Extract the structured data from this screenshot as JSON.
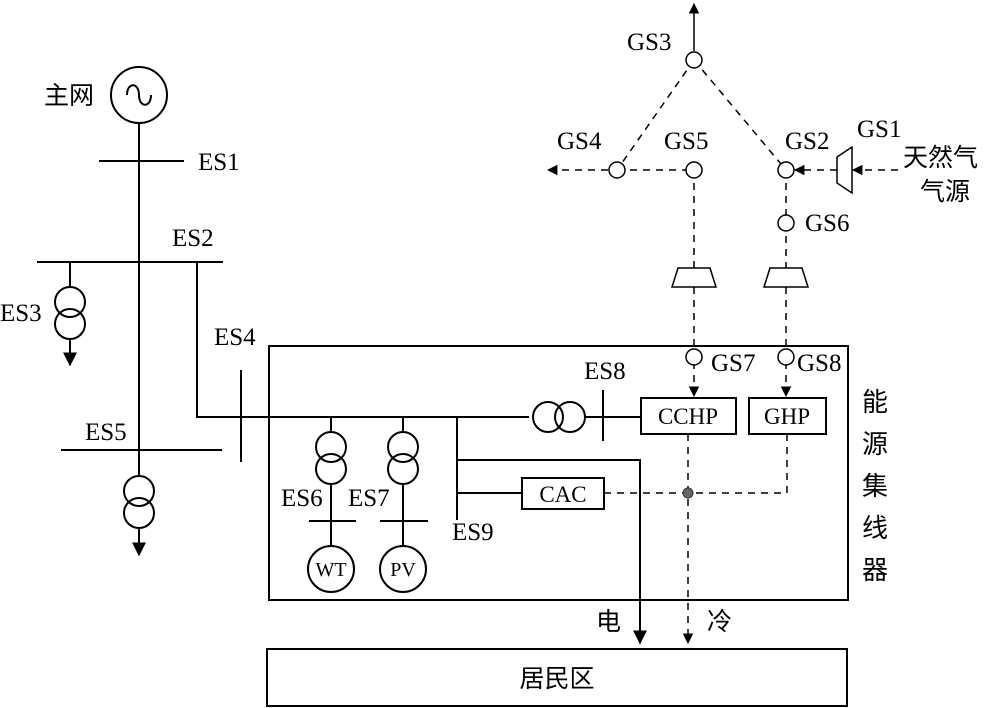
{
  "labels": {
    "main_grid": "主网",
    "es1": "ES1",
    "es2": "ES2",
    "es3": "ES3",
    "es4": "ES4",
    "es5": "ES5",
    "es6": "ES6",
    "es7": "ES7",
    "es8": "ES8",
    "es9": "ES9",
    "gs1": "GS1",
    "gs2": "GS2",
    "gs3": "GS3",
    "gs4": "GS4",
    "gs5": "GS5",
    "gs6": "GS6",
    "gs7": "GS7",
    "gs8": "GS8",
    "gas_source_line1": "天然气",
    "gas_source_line2": "气源",
    "energy_hub": [
      "能",
      "源",
      "集",
      "线",
      "器"
    ],
    "cchp": "CCHP",
    "ghp": "GHP",
    "cac": "CAC",
    "wt": "WT",
    "pv": "PV",
    "electricity": "电",
    "cooling": "冷",
    "residential": "居民区"
  }
}
